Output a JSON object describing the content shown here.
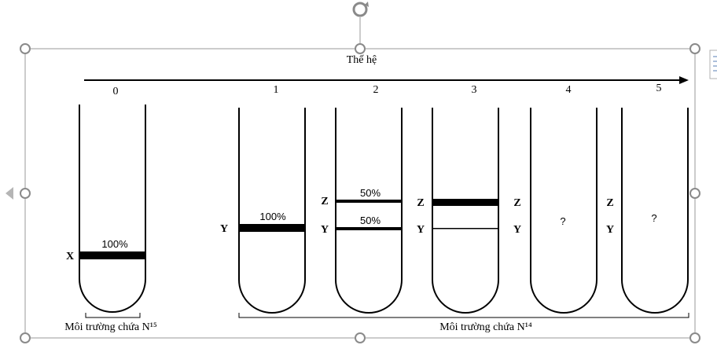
{
  "title": "Thế hệ",
  "generations": [
    "0",
    "1",
    "2",
    "3",
    "4",
    "5"
  ],
  "tube0": {
    "left_label": "X",
    "percent": "100%"
  },
  "tube1": {
    "left_label": "Y",
    "percent": "100%"
  },
  "tube2": {
    "z_label": "Z",
    "y_label": "Y",
    "z_percent": "50%",
    "y_percent": "50%",
    "right_z": "Z",
    "right_y": "Y"
  },
  "tube3": {
    "right_z": "Z",
    "right_y": "Y"
  },
  "tube4": {
    "mark": "?",
    "right_z": "Z",
    "right_y": "Y"
  },
  "tube5": {
    "mark": "?"
  },
  "env_n15": "Môi trường chứa N¹⁵",
  "env_n14": "Môi trường chứa N¹⁴",
  "colors": {
    "ink": "#000000",
    "handle": "#8a8a8a",
    "frame": "#9a9a9a"
  },
  "icons": [
    "rotate-handle-icon",
    "resize-handle-icon",
    "scroll-arrow-icon",
    "layout-options-icon"
  ]
}
